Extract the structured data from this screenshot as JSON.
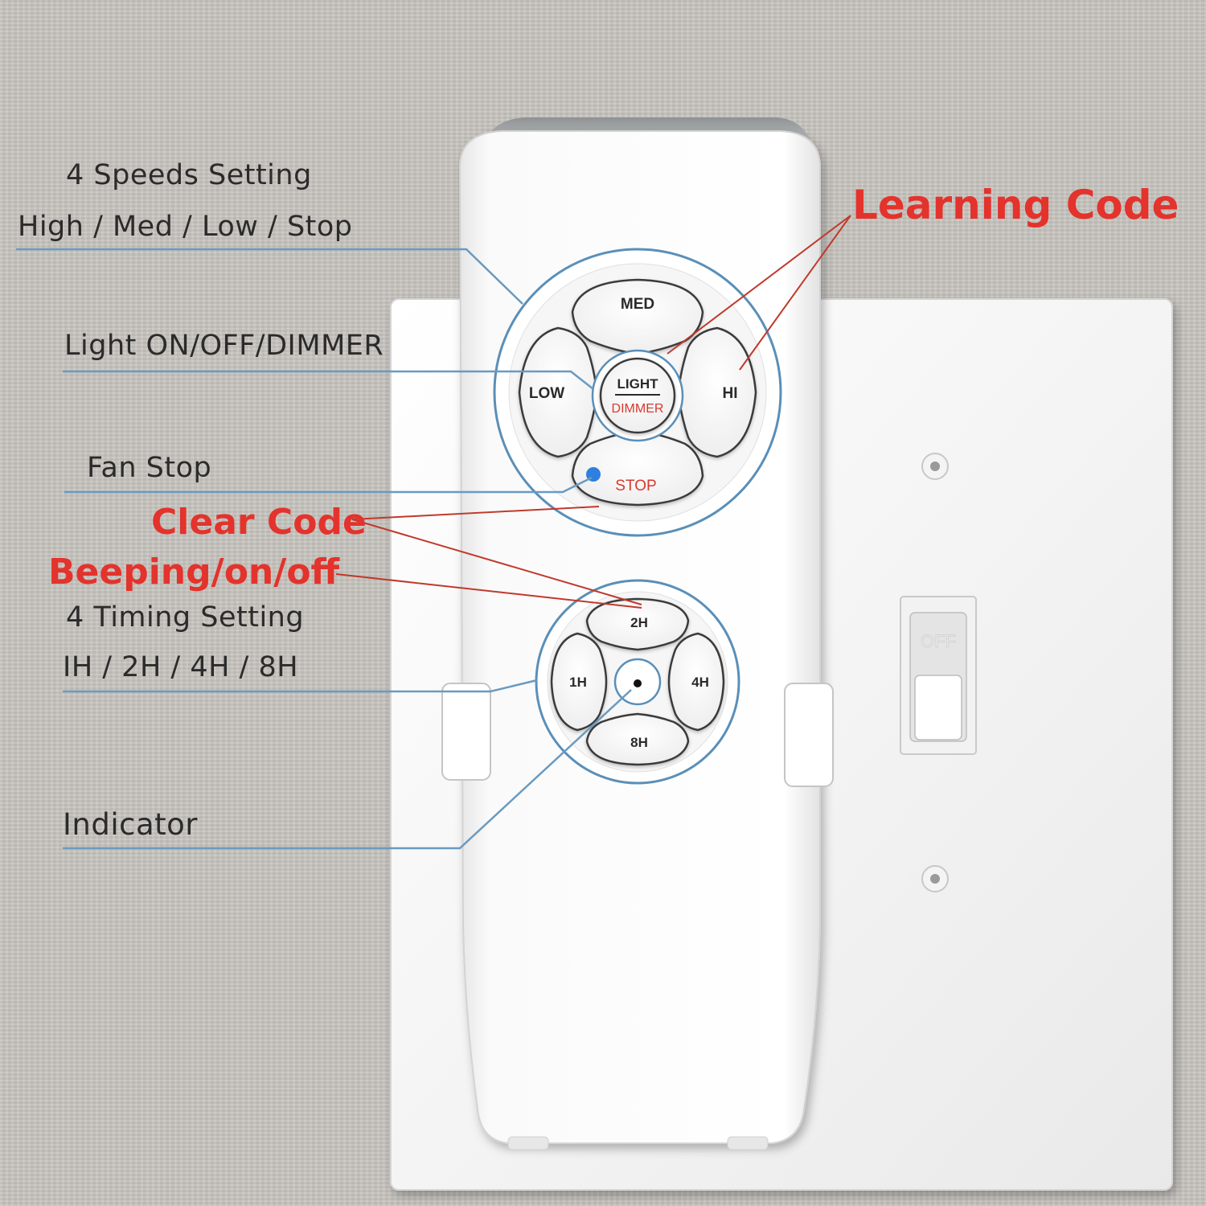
{
  "callouts": {
    "speeds_title": "4 Speeds Setting",
    "speeds_detail": "High / Med / Low / Stop",
    "light": "Light ON/OFF/DIMMER",
    "fan_stop": "Fan Stop",
    "clear_code": "Clear Code",
    "beeping": "Beeping/on/off",
    "timing_title": "4 Timing Setting",
    "timing_detail": "IH / 2H / 4H / 8H",
    "indicator": "Indicator",
    "learning_code": "Learning Code"
  },
  "remote": {
    "med": "MED",
    "low": "LOW",
    "hi": "HI",
    "light": "LIGHT",
    "dimmer": "DIMMER",
    "stop": "STOP",
    "timer_2h": "2H",
    "timer_1h": "1H",
    "timer_4h": "4H",
    "timer_8h": "8H"
  },
  "switch": {
    "off_label": "OFF"
  },
  "colors": {
    "leader_blue": "#6a9ac0",
    "leader_red": "#c0392b",
    "callout_red": "#e3332c",
    "ring_blue": "#5a8fb8"
  }
}
